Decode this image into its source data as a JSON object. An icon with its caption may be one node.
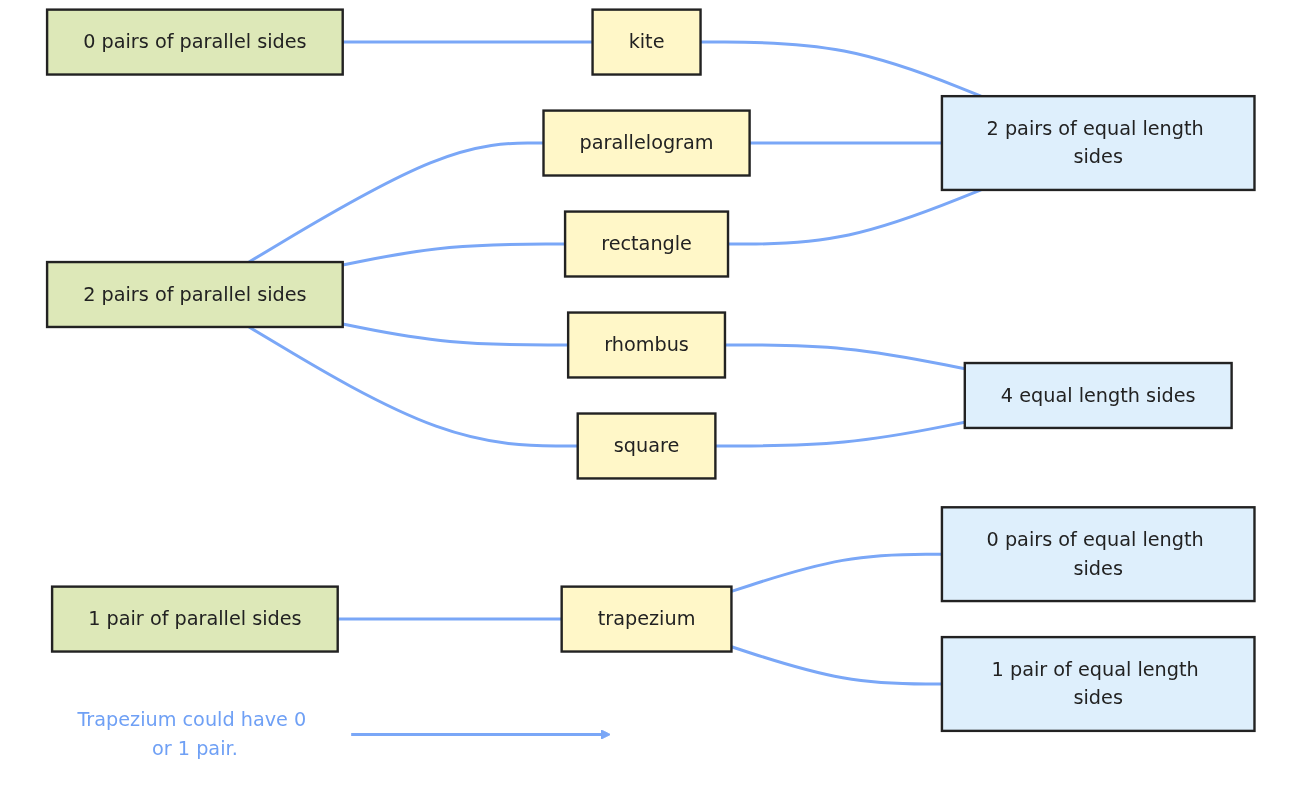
{
  "diagram": {
    "nodes": [
      {
        "text": [
          "0 pairs of parallel sides"
        ]
      },
      {
        "text": [
          "1 pair of parallel sides"
        ]
      },
      {
        "text": [
          "2 pairs of parallel sides"
        ]
      },
      {
        "text": [
          "square"
        ]
      },
      {
        "text": [
          "rectangle"
        ]
      },
      {
        "text": [
          "parallelogram"
        ]
      },
      {
        "text": [
          "rhombus"
        ]
      },
      {
        "text": [
          "kite"
        ]
      },
      {
        "text": [
          "trapezium"
        ]
      },
      {
        "text": [
          "0 pairs of equal length sides"
        ]
      },
      {
        "text": [
          "1 pair of equal length sides"
        ]
      },
      {
        "text": [
          "2 pairs of equal length sides"
        ]
      },
      {
        "text": [
          "4 equal length sides"
        ]
      },
      {
        "text": [
          "Trapezium could have 0 or 1 pair."
        ]
      }
    ],
    "edges": [
      {
        "from": 0,
        "to": 7,
        "arrow": "none"
      },
      {
        "from": 1,
        "to": 8,
        "arrow": "none"
      },
      {
        "from": 2,
        "to": 3,
        "arrow": "none"
      },
      {
        "from": 2,
        "to": 4,
        "arrow": "none"
      },
      {
        "from": 2,
        "to": 5,
        "arrow": "none"
      },
      {
        "from": 2,
        "to": 6,
        "arrow": "none"
      },
      {
        "from": 3,
        "to": 12,
        "arrow": "none"
      },
      {
        "from": 4,
        "to": 11,
        "arrow": "none"
      },
      {
        "from": 5,
        "to": 11,
        "arrow": "none"
      },
      {
        "from": 6,
        "to": 12,
        "arrow": "none"
      },
      {
        "from": 7,
        "to": 11,
        "arrow": "none"
      },
      {
        "from": 8,
        "to": 9,
        "arrow": "none"
      },
      {
        "from": 8,
        "to": 10,
        "arrow": "none"
      },
      {
        "from": 13,
        "to": null,
        "arrow": "to"
      }
    ]
  }
}
